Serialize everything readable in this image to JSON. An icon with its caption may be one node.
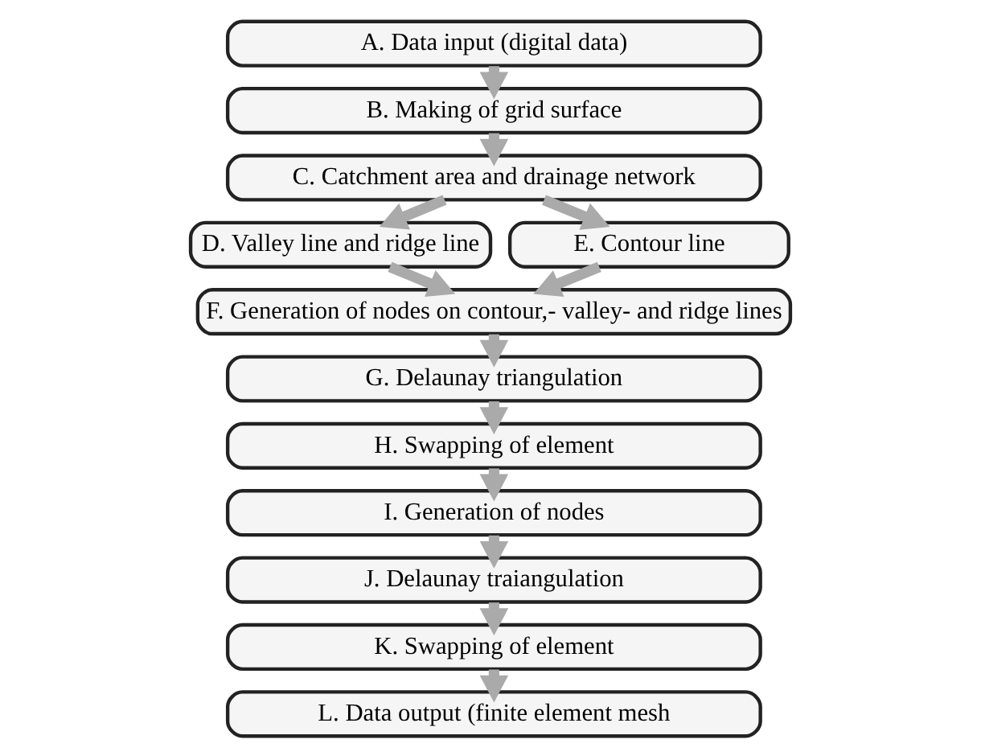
{
  "diagram": {
    "nodes": [
      {
        "text": [
          "A. Data input (digital data)"
        ]
      },
      {
        "text": [
          "B. Making of grid surface"
        ]
      },
      {
        "text": [
          "C. Catchment area and drainage network"
        ]
      },
      {
        "text": [
          "D. Valley line and ridge line"
        ]
      },
      {
        "text": [
          "E. Contour line"
        ]
      },
      {
        "text": [
          "F. Generation of nodes on contour,- valley- and ridge lines"
        ]
      },
      {
        "text": [
          "G. Delaunay triangulation"
        ]
      },
      {
        "text": [
          "H. Swapping of element"
        ]
      },
      {
        "text": [
          "I. Generation of nodes"
        ]
      },
      {
        "text": [
          "J. Delaunay traiangulation"
        ]
      },
      {
        "text": [
          "K. Swapping of element"
        ]
      },
      {
        "text": [
          "L. Data output (finite element mesh"
        ]
      }
    ],
    "edges": [
      {
        "from": 0,
        "to": 1,
        "arrow": "to"
      },
      {
        "from": 1,
        "to": 2,
        "arrow": "to"
      },
      {
        "from": 2,
        "to": 3,
        "arrow": "to"
      },
      {
        "from": 2,
        "to": 4,
        "arrow": "to"
      },
      {
        "from": 3,
        "to": 5,
        "arrow": "to"
      },
      {
        "from": 4,
        "to": 5,
        "arrow": "to"
      },
      {
        "from": 5,
        "to": 6,
        "arrow": "to"
      },
      {
        "from": 6,
        "to": 7,
        "arrow": "to"
      },
      {
        "from": 7,
        "to": 8,
        "arrow": "to"
      },
      {
        "from": 8,
        "to": 9,
        "arrow": "to"
      },
      {
        "from": 9,
        "to": 10,
        "arrow": "to"
      },
      {
        "from": 10,
        "to": 11,
        "arrow": "to"
      }
    ]
  }
}
